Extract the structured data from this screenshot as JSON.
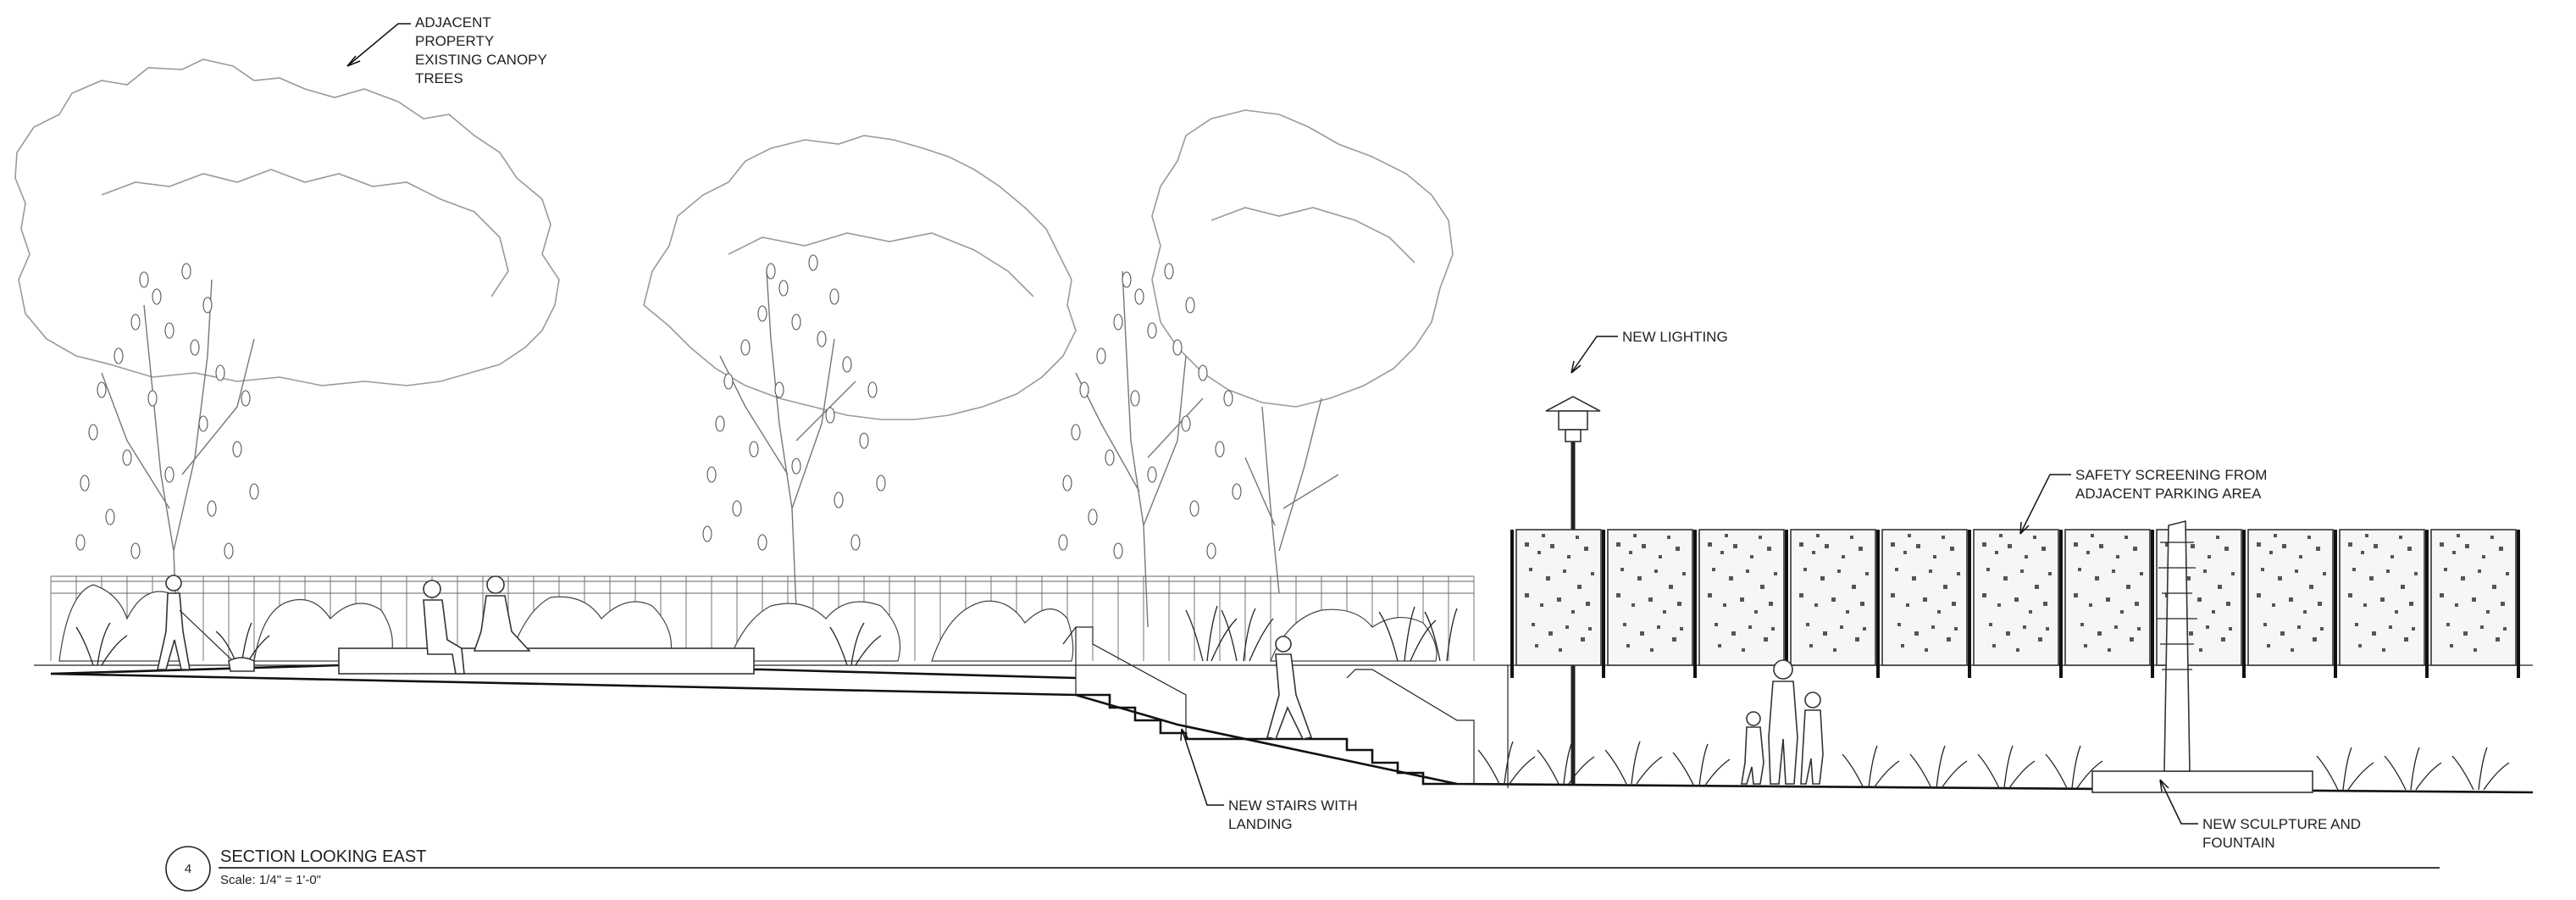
{
  "drawing": {
    "view_number": "4",
    "title": "SECTION LOOKING EAST",
    "scale": "Scale: 1/4\" = 1'-0\""
  },
  "callouts": {
    "adjacent_trees": [
      "ADJACENT",
      "PROPERTY",
      "EXISTING CANOPY",
      "TREES"
    ],
    "lighting": [
      "NEW LIGHTING"
    ],
    "screening": [
      "SAFETY SCREENING FROM",
      "ADJACENT PARKING AREA"
    ],
    "stairs": [
      "NEW STAIRS WITH",
      "LANDING"
    ],
    "sculpture": [
      "NEW SCULPTURE AND",
      "FOUNTAIN"
    ]
  }
}
